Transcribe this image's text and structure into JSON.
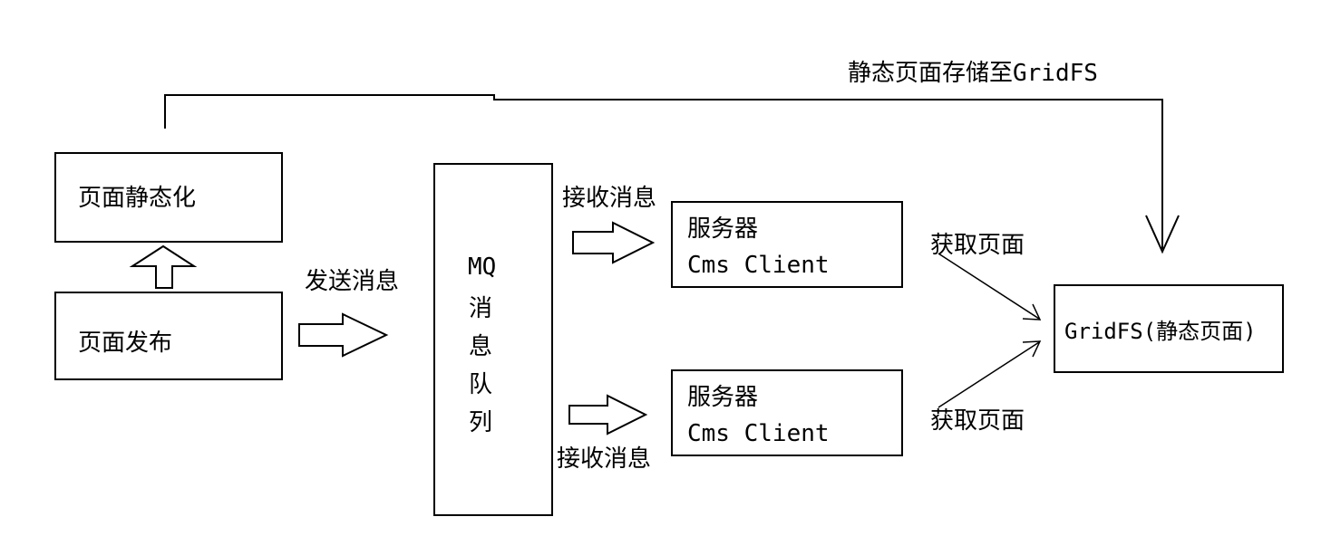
{
  "top_label": "静态页面存储至GridFS",
  "nodes": {
    "static_page": "页面静态化",
    "page_publish": "页面发布",
    "mq_title": "MQ",
    "mq_chars": [
      "消",
      "息",
      "队",
      "列"
    ],
    "server_top": {
      "title": "服务器",
      "subtitle": "Cms Client"
    },
    "server_bottom": {
      "title": "服务器",
      "subtitle": "Cms Client"
    },
    "gridfs": "GridFS(静态页面)"
  },
  "edges": {
    "send_message": "发送消息",
    "receive_top": "接收消息",
    "receive_bottom": "接收消息",
    "fetch_top": "获取页面",
    "fetch_bottom": "获取页面"
  }
}
